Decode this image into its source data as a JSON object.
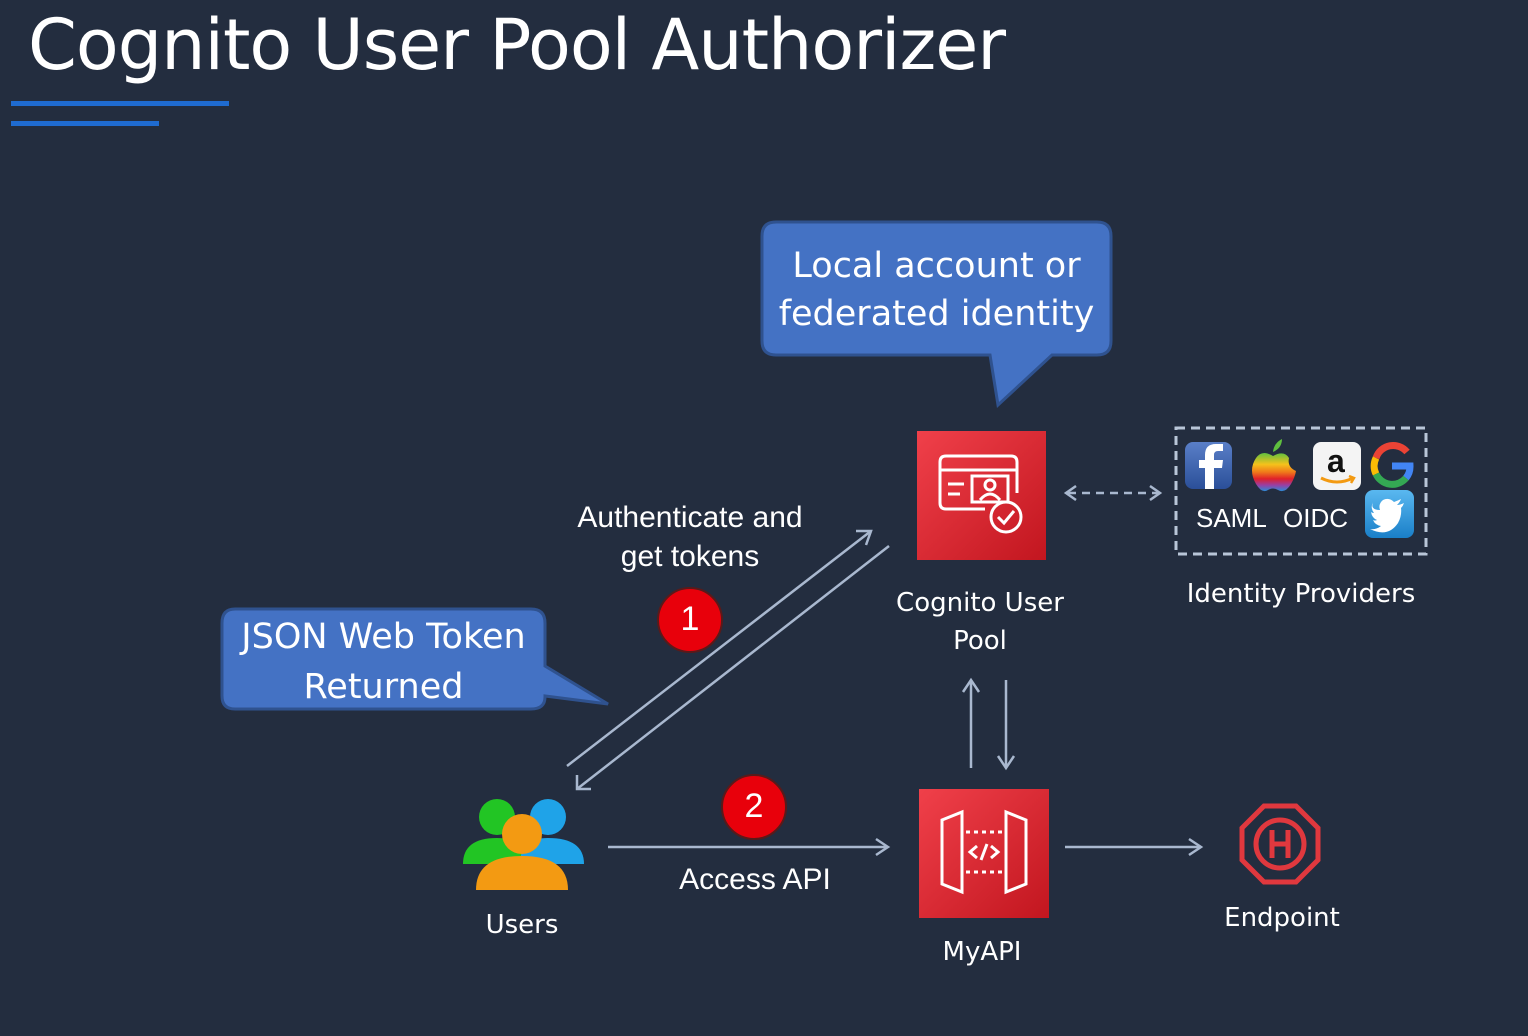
{
  "title": "Cognito User Pool Authorizer",
  "callouts": {
    "local_line1": "Local account or",
    "local_line2": "federated identity",
    "jwt_line1": "JSON Web Token",
    "jwt_line2": "Returned"
  },
  "steps": {
    "auth_line1": "Authenticate and",
    "auth_line2": "get tokens",
    "step1": "1",
    "step2": "2",
    "access": "Access API"
  },
  "nodes": {
    "users": "Users",
    "cognito_line1": "Cognito User",
    "cognito_line2": "Pool",
    "myapi": "MyAPI",
    "endpoint": "Endpoint",
    "idp": "Identity Providers"
  },
  "idp_box": {
    "saml": "SAML",
    "oidc": "OIDC",
    "amazon_glyph": "a",
    "icons": [
      "facebook-icon",
      "apple-icon",
      "amazon-icon",
      "google-icon",
      "twitter-icon"
    ]
  },
  "colors": {
    "background": "#232d3f",
    "accent_blue": "#1f6bd0",
    "callout_fill": "#4472c4",
    "aws_red": "#d8232f",
    "badge_red": "#e8000b",
    "arrow": "#a9b8cf"
  }
}
